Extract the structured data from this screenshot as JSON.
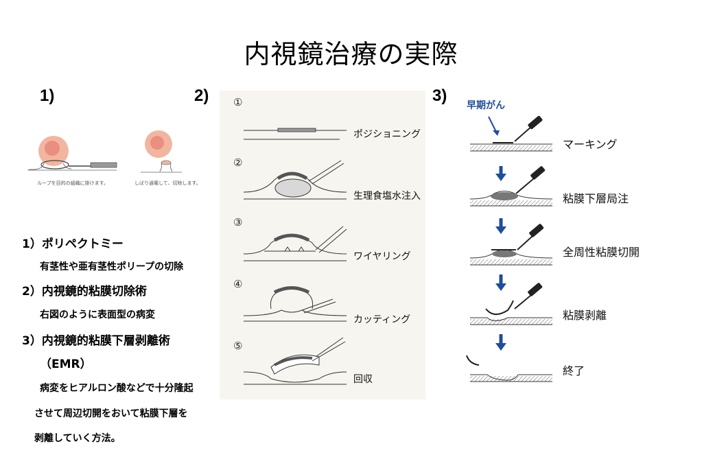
{
  "title": "内視鏡治療の実際",
  "section1": {
    "number": "1)",
    "caption_left": "ループを目的の組織に掛けます。",
    "caption_right": "しばり通電して、切除します。"
  },
  "section2": {
    "number": "2)",
    "steps": [
      {
        "mark": "①",
        "label": "ポジショニング"
      },
      {
        "mark": "②",
        "label": "生理食塩水注入"
      },
      {
        "mark": "③",
        "label": "ワイヤリング"
      },
      {
        "mark": "④",
        "label": "カッティング"
      },
      {
        "mark": "⑤",
        "label": "回収"
      }
    ]
  },
  "section3": {
    "number": "3)",
    "early_label": "早期がん",
    "steps": [
      "マーキング",
      "粘膜下層局注",
      "全周性粘膜切開",
      "粘膜剥離",
      "終了"
    ]
  },
  "text": {
    "h1": "1）ポリペクトミー",
    "d1": "有茎性や亜有茎性ポリープの切除",
    "h2": "2）内視鏡的粘膜切除術",
    "d2": "右図のように表面型の病変",
    "h3": "3）内視鏡的粘膜下層剥離術",
    "h3b": "（EMR）",
    "d3a": "病変をヒアルロン酸などで十分隆起",
    "d3b": "させて周辺切開をおいて粘膜下層を",
    "d3c": "剥離していく方法。"
  },
  "colors": {
    "polyp": "#f2b5a0",
    "polyp_core": "#e4756b",
    "arrow_blue": "#1f4d9a",
    "lesion_gray": "#8a8a8a"
  }
}
